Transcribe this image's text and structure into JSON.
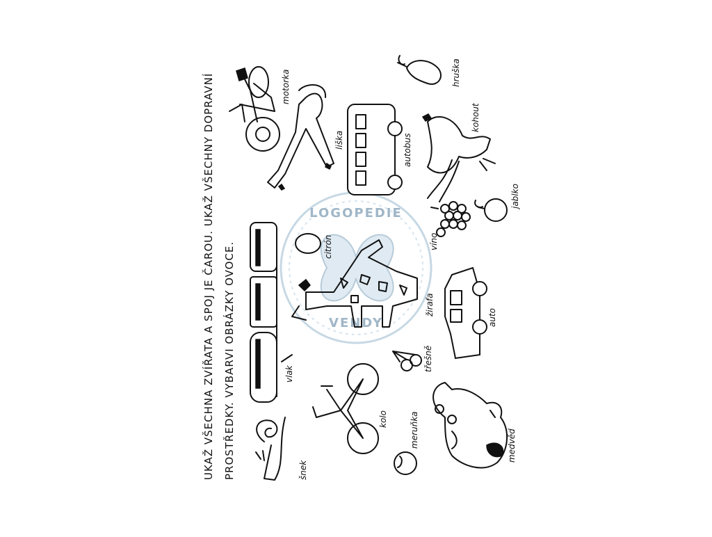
{
  "instructions": {
    "line1": "UKAŽ VŠECHNA ZVÍŘATA A SPOJ JE ČAROU. UKAŽ VŠECHNY DOPRAVNÍ",
    "line2": "PROSTŘEDKY. VYBARVI OBRÁZKY OVOCE."
  },
  "watermark": {
    "top": "LOGOPEDIE",
    "bottom": "VENDY"
  },
  "labels": {
    "motorka": "motorka",
    "liska": "liška",
    "autobus": "autobus",
    "hruska": "hruška",
    "kohout": "kohout",
    "jablko": "jablko",
    "vino": "víno",
    "citron": "citrón",
    "zirafa": "žirafa",
    "auto": "auto",
    "vlak": "vlak",
    "tresne": "třešně",
    "kolo": "kolo",
    "snek": "šnek",
    "meruňka": "meruňka",
    "medved": "medvěd"
  }
}
